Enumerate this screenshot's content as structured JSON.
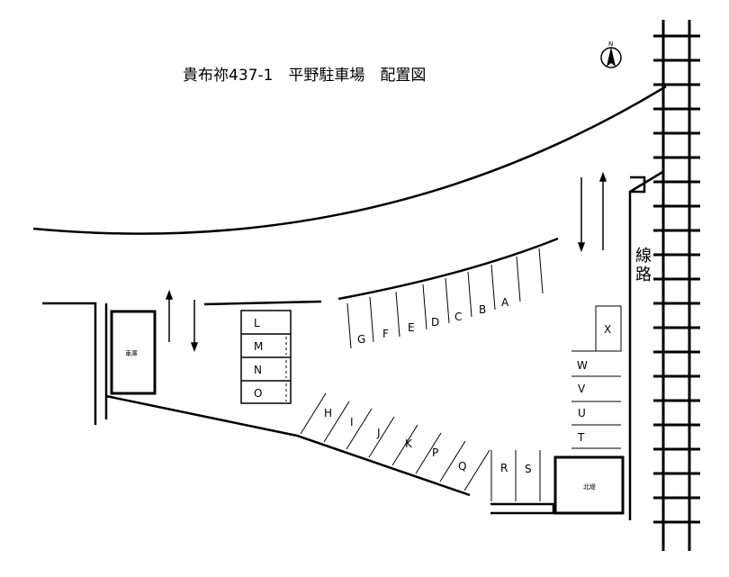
{
  "title": "貴布祢437-1　平野駐車場　配置図",
  "compass_label": "N",
  "railway_label": [
    "線",
    "路"
  ],
  "garage_label": "車庫",
  "shrine_label": "北堤",
  "spaces": {
    "A": "A",
    "B": "B",
    "C": "C",
    "D": "D",
    "E": "E",
    "F": "F",
    "G": "G",
    "H": "H",
    "I": "I",
    "J": "J",
    "K": "K",
    "P": "P",
    "Q": "Q",
    "L": "L",
    "M": "M",
    "N": "N",
    "O": "O",
    "R": "R",
    "S": "S",
    "T": "T",
    "U": "U",
    "V": "V",
    "W": "W",
    "X": "X"
  },
  "colors": {
    "line": "#000000",
    "background": "#ffffff"
  }
}
